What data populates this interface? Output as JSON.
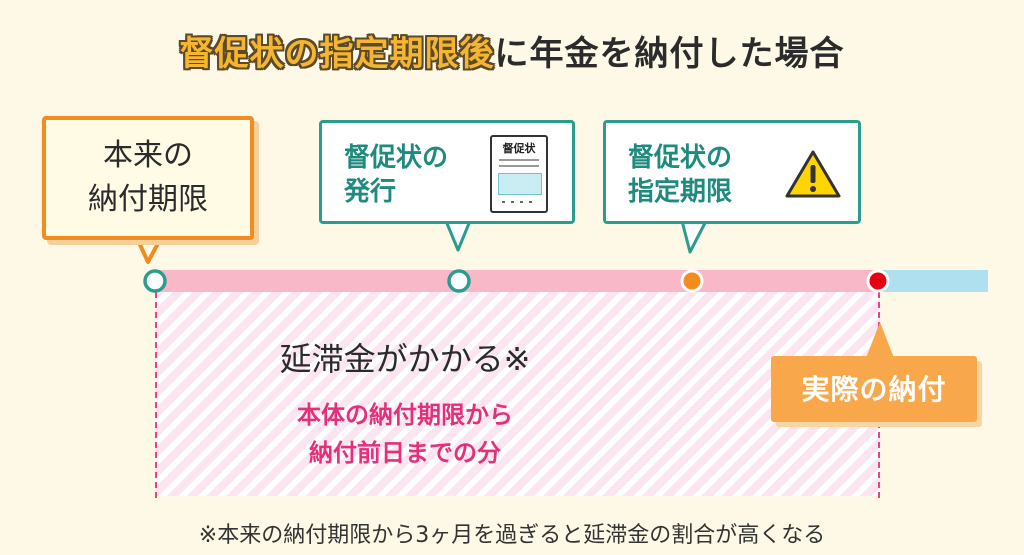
{
  "title": {
    "highlight": "督促状の指定期限後",
    "rest": "に年金を納付した場合"
  },
  "bubbles": {
    "original_due": {
      "line1": "本来の",
      "line2": "納付期限"
    },
    "notice_issued": {
      "line1": "督促状の",
      "line2": "発行",
      "doc_title": "督促状",
      "icon": "document-icon"
    },
    "notice_deadline": {
      "line1": "督促状の",
      "line2": "指定期限",
      "icon": "warning-icon"
    },
    "actual_payment": {
      "label": "実際の納付"
    }
  },
  "late_fee": {
    "label": "延滞金がかかる※",
    "sub_line1": "本体の納付期限から",
    "sub_line2": "納付前日までの分"
  },
  "footnote": "※本来の納付期限から3ヶ月を過ぎると延滞金の割合が高くなる",
  "colors": {
    "background": "#fdf9e6",
    "teal": "#2a9d8f",
    "orange": "#f28c1e",
    "pink_bar": "#f9b8c8",
    "blue_bar": "#aee0f0",
    "magenta": "#e3307a",
    "red_dot": "#e60012",
    "orange_dot": "#f28c1e"
  }
}
